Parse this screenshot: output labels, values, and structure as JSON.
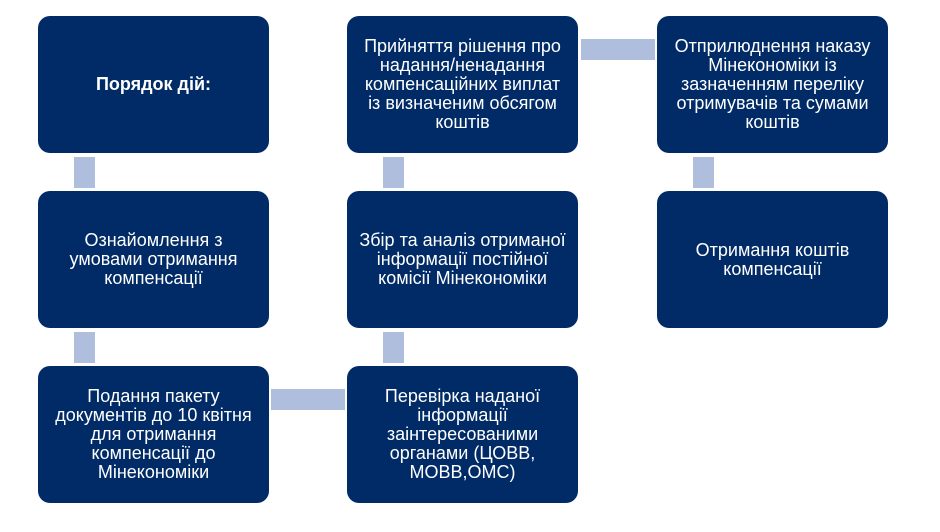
{
  "title": "Порядок дій:",
  "steps": [
    "Ознайомлення з умовами отримання компенсації",
    "Подання пакету документів до 10 квітня для отримання компенсації до Мінекономіки",
    "Перевірка наданої інформації заінтересованими органами (ЦОВВ, МОВВ,ОМС)",
    "Збір та аналіз отриманої інформації постійної комісії Мінекономіки",
    "Прийняття рішення про надання/ненадання компенсаційних виплат із визначеним обсягом коштів",
    "Отприлюднення наказу Мінекономіки із зазначенням переліку отримувачів та сумами коштів",
    "Отримання коштів компенсації"
  ],
  "colors": {
    "box": "#002b66",
    "connector": "#b0bedd"
  }
}
